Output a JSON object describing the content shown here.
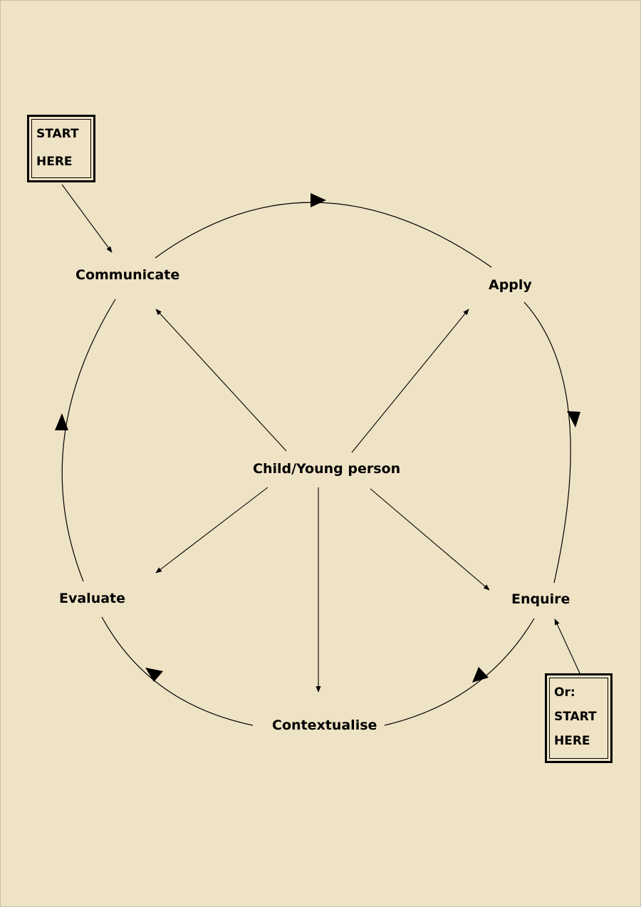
{
  "nodes": {
    "communicate": "Communicate",
    "apply": "Apply",
    "enquire": "Enquire",
    "contextualise": "Contextualise",
    "evaluate": "Evaluate",
    "center": "Child/Young person"
  },
  "start_box_1": {
    "line1": "START",
    "line2": "HERE"
  },
  "start_box_2": {
    "line1": "Or:",
    "line2": "START",
    "line3": "HERE"
  }
}
